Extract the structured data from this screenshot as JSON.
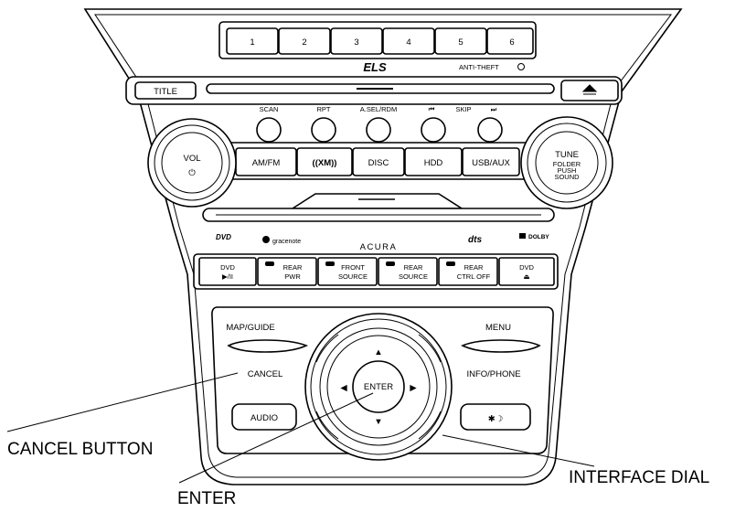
{
  "presets": [
    "1",
    "2",
    "3",
    "4",
    "5",
    "6"
  ],
  "top": {
    "els_logo": "ELS",
    "anti_theft": "ANTI-THEFT",
    "title_button": "TITLE"
  },
  "upper_buttons": {
    "scan": "SCAN",
    "rpt": "RPT",
    "asel_rdm": "A.SEL/RDM",
    "skip": "SKIP",
    "skip_prev_symbol": "⏮",
    "skip_next_symbol": "⏭"
  },
  "volume": {
    "label": "VOL",
    "power_symbol": "⏻"
  },
  "tune": {
    "label": "TUNE",
    "sub1": "FOLDER",
    "sub2": "PUSH",
    "sub3": "SOUND"
  },
  "source_buttons": [
    "AM/FM",
    "((XM))",
    "DISC",
    "HDD",
    "USB/AUX"
  ],
  "logos": {
    "dvd": "DVD",
    "gracenote": "gracenote",
    "brand": "ACURA",
    "dts": "dts",
    "dolby": "DOLBY"
  },
  "rear_buttons": [
    {
      "line1": "DVD",
      "line2": "▶/II"
    },
    {
      "line1": "REAR",
      "line2": "PWR"
    },
    {
      "line1": "FRONT",
      "line2": "SOURCE"
    },
    {
      "line1": "REAR",
      "line2": "SOURCE"
    },
    {
      "line1": "REAR",
      "line2": "CTRL OFF"
    },
    {
      "line1": "DVD",
      "line2": "⏏"
    }
  ],
  "nav": {
    "map_guide": "MAP/GUIDE",
    "menu": "MENU",
    "cancel": "CANCEL",
    "info_phone": "INFO/PHONE",
    "audio": "AUDIO",
    "day_night": "✱☽",
    "enter": "ENTER",
    "arrow_up": "▲",
    "arrow_down": "▼",
    "arrow_left": "◀",
    "arrow_right": "▶"
  },
  "callouts": {
    "cancel_button": "CANCEL BUTTON",
    "enter": "ENTER",
    "interface_dial": "INTERFACE DIAL"
  }
}
